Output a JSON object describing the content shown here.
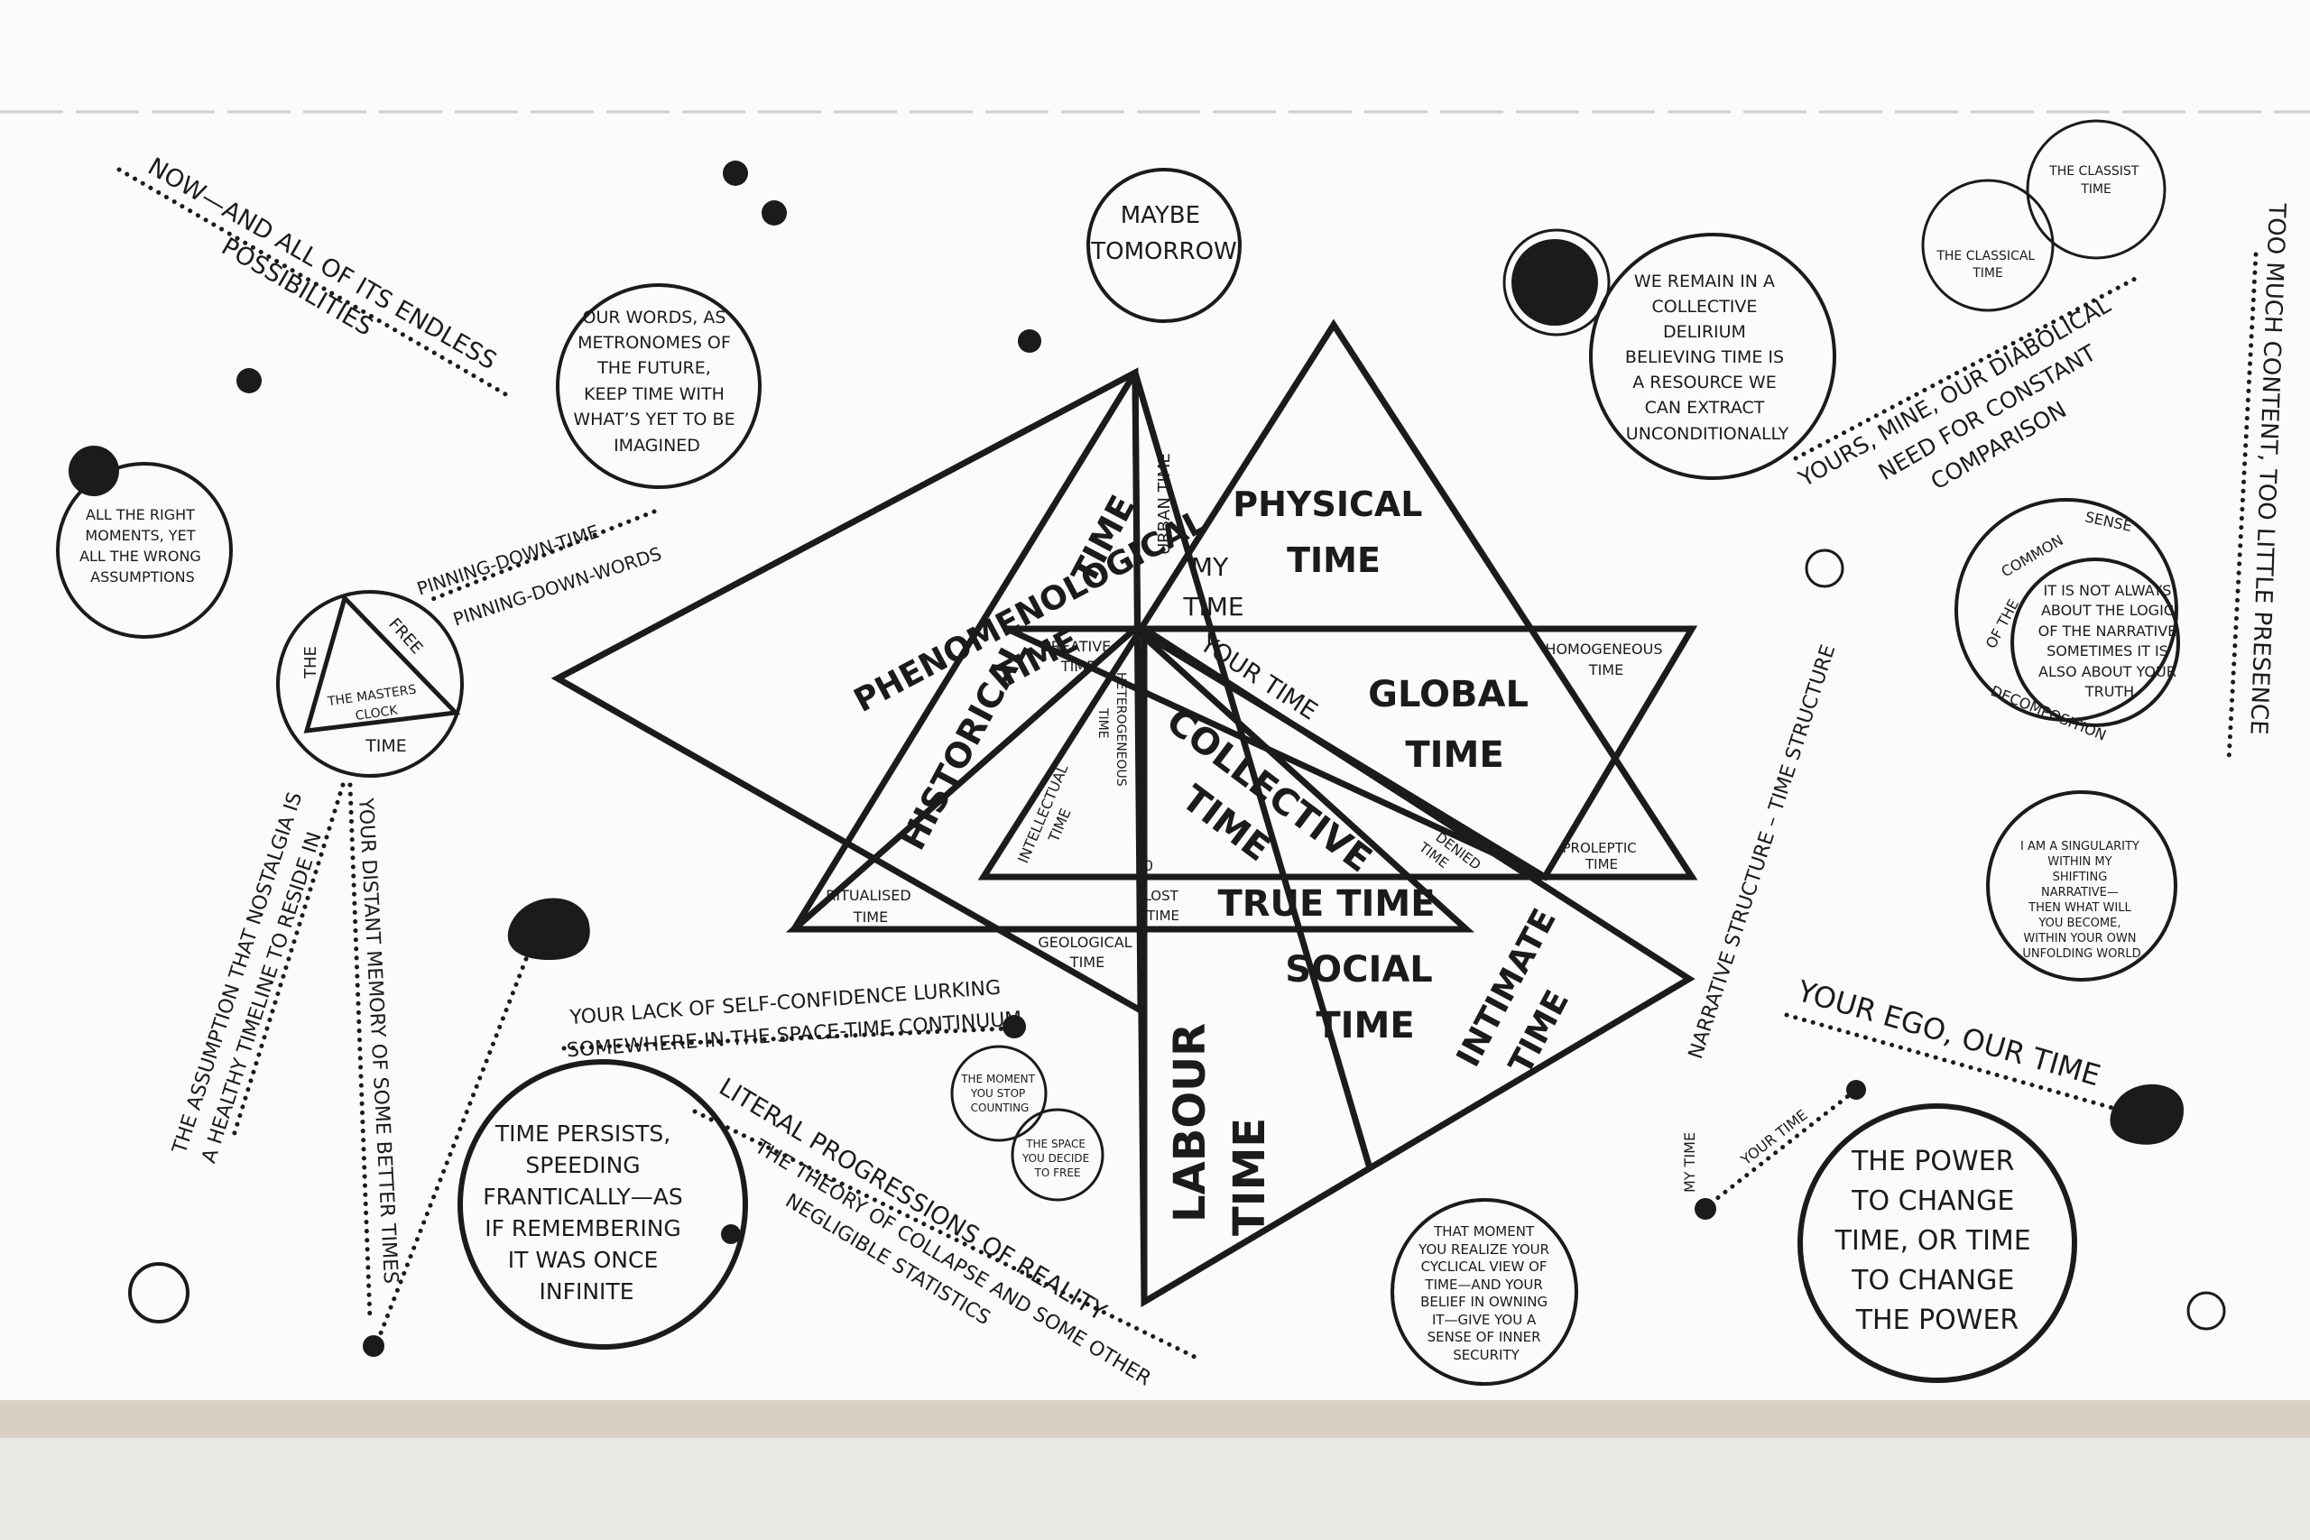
{
  "colors": {
    "wall": "#fbfbfb",
    "ink": "#1b1b1b",
    "floor_trim": "#d9cfc5",
    "floor": "#eceae7"
  },
  "triangles": {
    "phenomenological": [
      "PHENOMENOLOGICAL",
      "TIME"
    ],
    "time": "TIME",
    "historical": "HISTORICAL",
    "urban": "URBAN TIME",
    "physical": [
      "PHYSICAL",
      "TIME"
    ],
    "my": [
      "MY",
      "TIME"
    ],
    "creative": [
      "CREATIVE",
      "TIME"
    ],
    "heterogeneous": [
      "HETEROGENEOUS",
      "TIME"
    ],
    "your": "YOUR TIME",
    "global": [
      "GLOBAL",
      "TIME"
    ],
    "homogeneous": [
      "HOMOGENEOUS",
      "TIME"
    ],
    "collective": [
      "COLLECTIVE",
      "TIME"
    ],
    "intellectual": [
      "INTELLECTUAL",
      "TIME"
    ],
    "denied": [
      "DENIED",
      "TIME"
    ],
    "proleptic": [
      "PROLEPTIC",
      "TIME"
    ],
    "zero": "0",
    "ritualised": [
      "RITUALISED",
      "TIME"
    ],
    "lost": [
      "LOST",
      "TIME"
    ],
    "true": "TRUE TIME",
    "geological": [
      "GEOLOGICAL",
      "TIME"
    ],
    "social": [
      "SOCIAL",
      "TIME"
    ],
    "intimate": [
      "INTIMATE",
      "TIME"
    ],
    "labour": [
      "LABOUR",
      "TIME"
    ]
  },
  "circles": {
    "maybe_tomorrow": [
      "MAYBE",
      "TOMORROW"
    ],
    "our_words": [
      "OUR WORDS, AS",
      "METRONOMES OF",
      "THE FUTURE,",
      "KEEP TIME WITH",
      "WHAT’S YET TO BE",
      "IMAGINED"
    ],
    "right_moments": [
      "ALL THE RIGHT",
      "MOMENTS, YET",
      "ALL THE WRONG",
      "ASSUMPTIONS"
    ],
    "masters_clock": {
      "the": "THE",
      "free": "FREE",
      "time": "TIME",
      "center": [
        "THE MASTERS",
        "CLOCK"
      ]
    },
    "collective_delirium": [
      "WE REMAIN IN A",
      "COLLECTIVE",
      "DELIRIUM",
      "BELIEVING TIME IS",
      "A RESOURCE WE",
      "CAN EXTRACT",
      "UNCONDITIONALLY"
    ],
    "classist": [
      "THE CLASSIST",
      "TIME"
    ],
    "classical": [
      "THE CLASSICAL",
      "TIME"
    ],
    "logic": [
      "IT IS NOT ALWAYS",
      "ABOUT THE LOGIC",
      "OF THE NARRATIVE",
      "SOMETIMES IT IS",
      "ALSO ABOUT YOUR",
      "TRUTH"
    ],
    "logic_ring": {
      "sense": "SENSE",
      "common": "COMMON",
      "of_the": "OF THE",
      "decomposition": "DECOMPOSITION"
    },
    "singularity": [
      "I AM A SINGULARITY",
      "WITHIN MY",
      "SHIFTING",
      "NARRATIVE—",
      "THEN WHAT WILL",
      "YOU BECOME,",
      "WITHIN YOUR OWN",
      "UNFOLDING WORLD"
    ],
    "time_persists": [
      "TIME PERSISTS,",
      "SPEEDING",
      "FRANTICALLY—AS",
      "IF REMEMBERING",
      "IT WAS ONCE",
      "INFINITE"
    ],
    "moment_stop": [
      "THE MOMENT",
      "YOU STOP",
      "COUNTING"
    ],
    "space_free": [
      "THE SPACE",
      "YOU DECIDE",
      "TO FREE"
    ],
    "cyclical": [
      "THAT MOMENT",
      "YOU REALIZE YOUR",
      "CYCLICAL VIEW OF",
      "TIME—AND YOUR",
      "BELIEF IN OWNING",
      "IT—GIVE YOU A",
      "SENSE OF INNER",
      "SECURITY"
    ],
    "power": [
      "THE POWER",
      "TO CHANGE",
      "TIME, OR TIME",
      "TO CHANGE",
      "THE POWER"
    ]
  },
  "phrases": {
    "now": [
      "NOW—AND ALL OF ITS ENDLESS",
      "POSSIBILITIES"
    ],
    "pinning_time": "PINNING-DOWN-TIME",
    "pinning_words": "PINNING-DOWN-WORDS",
    "nostalgia": [
      "THE ASSUMPTION THAT NOSTALGIA IS",
      "A HEALTHY TIMELINE TO RESIDE IN"
    ],
    "distant_memory": "YOUR DISTANT MEMORY OF SOME BETTER TIMES",
    "self_confidence": [
      "YOUR LACK OF SELF-CONFIDENCE LURKING",
      "SOMEWHERE IN THE SPACE-TIME CONTINUUM"
    ],
    "literal": "LITERAL PROGRESSIONS OF REALITY",
    "collapse": [
      "THE THEORY OF COLLAPSE AND SOME OTHER",
      "NEGLIGIBLE STATISTICS"
    ],
    "diabolical": [
      "YOURS, MINE, OUR DIABOLICAL",
      "NEED FOR CONSTANT",
      "COMPARISON"
    ],
    "too_much": "TOO MUCH CONTENT, TOO LITTLE PRESENCE",
    "narrative_structure": "NARRATIVE STRUCTURE – TIME STRUCTURE",
    "ego": "YOUR EGO, OUR TIME",
    "my_time": "MY TIME",
    "your_time": "YOUR TIME"
  }
}
